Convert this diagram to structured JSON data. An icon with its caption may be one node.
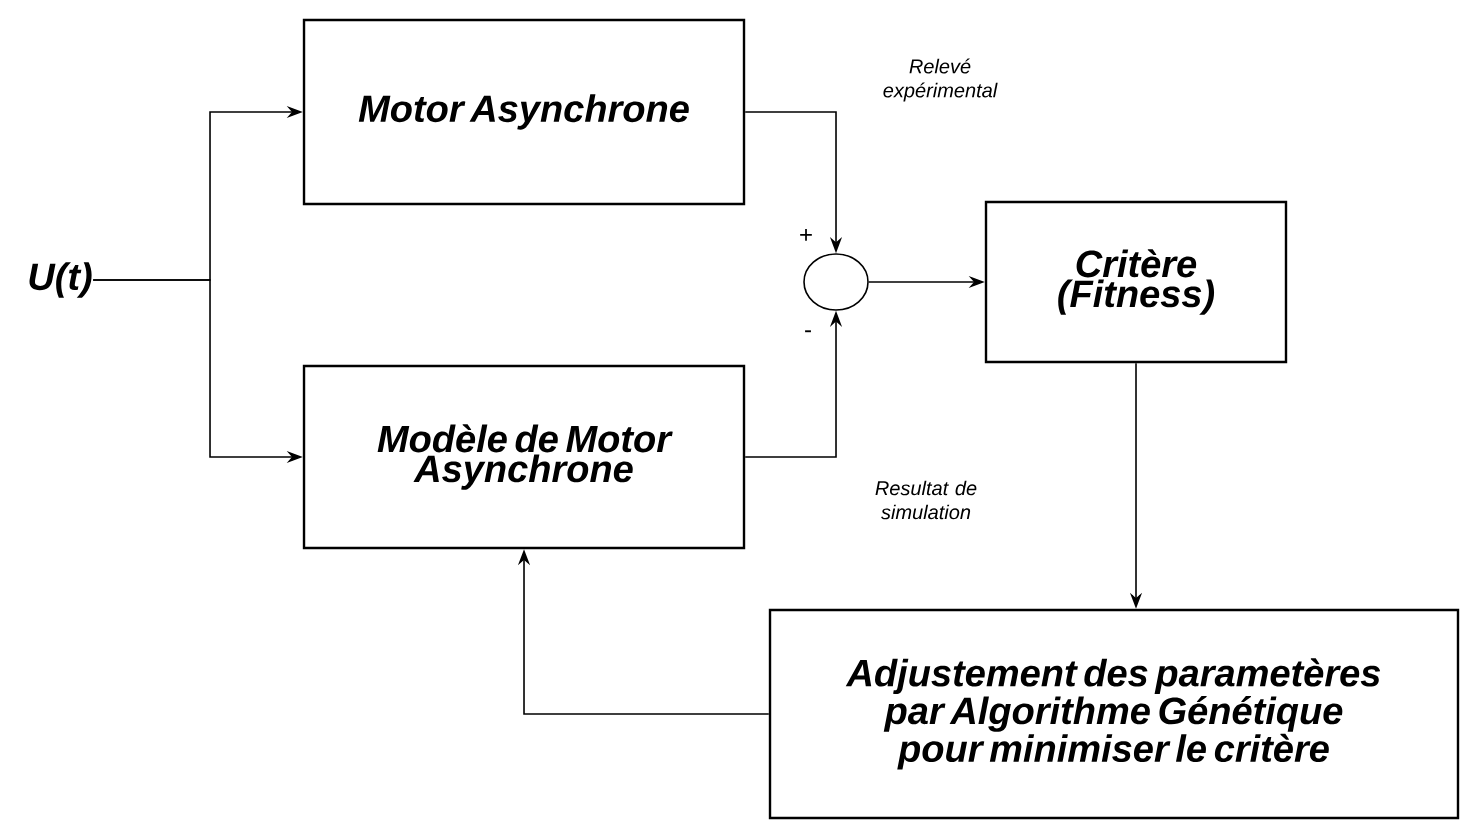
{
  "diagram": {
    "nodes": [
      {
        "text": [
          "U(t)"
        ]
      },
      {
        "text": [
          "Motor Asynchrone"
        ]
      },
      {
        "text": [
          "Modèle de Motor Asynchrone"
        ]
      },
      {
        "text": [],
        "shape": "circle"
      },
      {
        "text": [
          "Critère (Fitness)"
        ]
      },
      {
        "text": [
          "Adjustement des parametères par Algorithme Génétique pour minimiser le critère"
        ]
      }
    ],
    "edges": [
      {
        "from": 0,
        "to": 1,
        "arrow": "to"
      },
      {
        "from": 0,
        "to": 2,
        "arrow": "to"
      },
      {
        "from": 1,
        "to": 3,
        "arrow": "to",
        "label": "Relevé expérimental"
      },
      {
        "from": 2,
        "to": 3,
        "arrow": "to",
        "label": "Resultat de simulation"
      },
      {
        "from": 3,
        "to": 4,
        "arrow": "to"
      },
      {
        "from": 4,
        "to": 5,
        "arrow": "to"
      },
      {
        "from": 5,
        "to": 2,
        "arrow": "to"
      }
    ],
    "labels": [
      "+",
      "-"
    ]
  }
}
